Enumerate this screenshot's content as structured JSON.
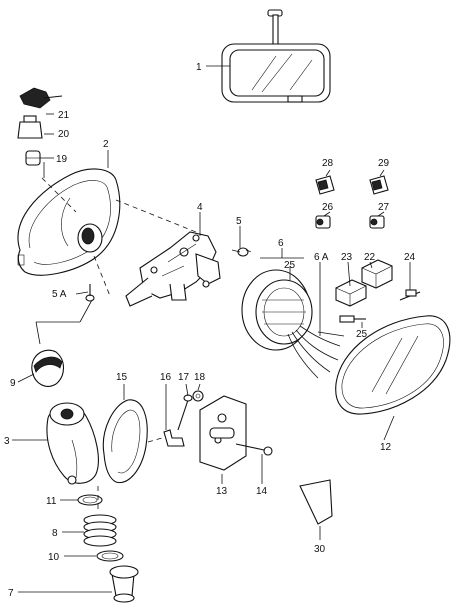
{
  "callouts": {
    "c1": "1",
    "c2": "2",
    "c3": "3",
    "c4": "4",
    "c5": "5",
    "c5a": "5 A",
    "c6": "6",
    "c6a": "6 A",
    "c7": "7",
    "c8": "8",
    "c9": "9",
    "c10": "10",
    "c11": "11",
    "c12": "12",
    "c13": "13",
    "c14": "14",
    "c15": "15",
    "c16": "16",
    "c17": "17",
    "c18": "18",
    "c19": "19",
    "c20": "20",
    "c21": "21",
    "c22": "22",
    "c23": "23",
    "c24": "24",
    "c25a": "25",
    "c25b": "25",
    "c26": "26",
    "c27": "27",
    "c28": "28",
    "c29": "29",
    "c30": "30"
  }
}
